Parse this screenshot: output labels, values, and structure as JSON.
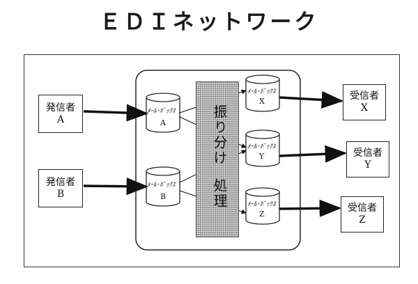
{
  "title": "ＥＤＩネットワーク",
  "senders": [
    {
      "label": "発信者",
      "id": "A"
    },
    {
      "label": "発信者",
      "id": "B"
    }
  ],
  "mailboxes": [
    {
      "label": "ﾒｰﾙ･ﾎﾞｯｸｽ",
      "id": "A"
    },
    {
      "label": "ﾒｰﾙ･ﾎﾞｯｸｽ",
      "id": "B"
    },
    {
      "label": "ﾒｰﾙ･ﾎﾞｯｸｽ",
      "id": "X"
    },
    {
      "label": "ﾒｰﾙ･ﾎﾞｯｸｽ",
      "id": "Y"
    },
    {
      "label": "ﾒｰﾙ･ﾎﾞｯｸｽ",
      "id": "Z"
    }
  ],
  "receivers": [
    {
      "label": "受信者",
      "id": "X"
    },
    {
      "label": "受信者",
      "id": "Y"
    },
    {
      "label": "受信者",
      "id": "Z"
    }
  ],
  "process": {
    "text_top": "振り分け",
    "text_bottom": "処理"
  }
}
